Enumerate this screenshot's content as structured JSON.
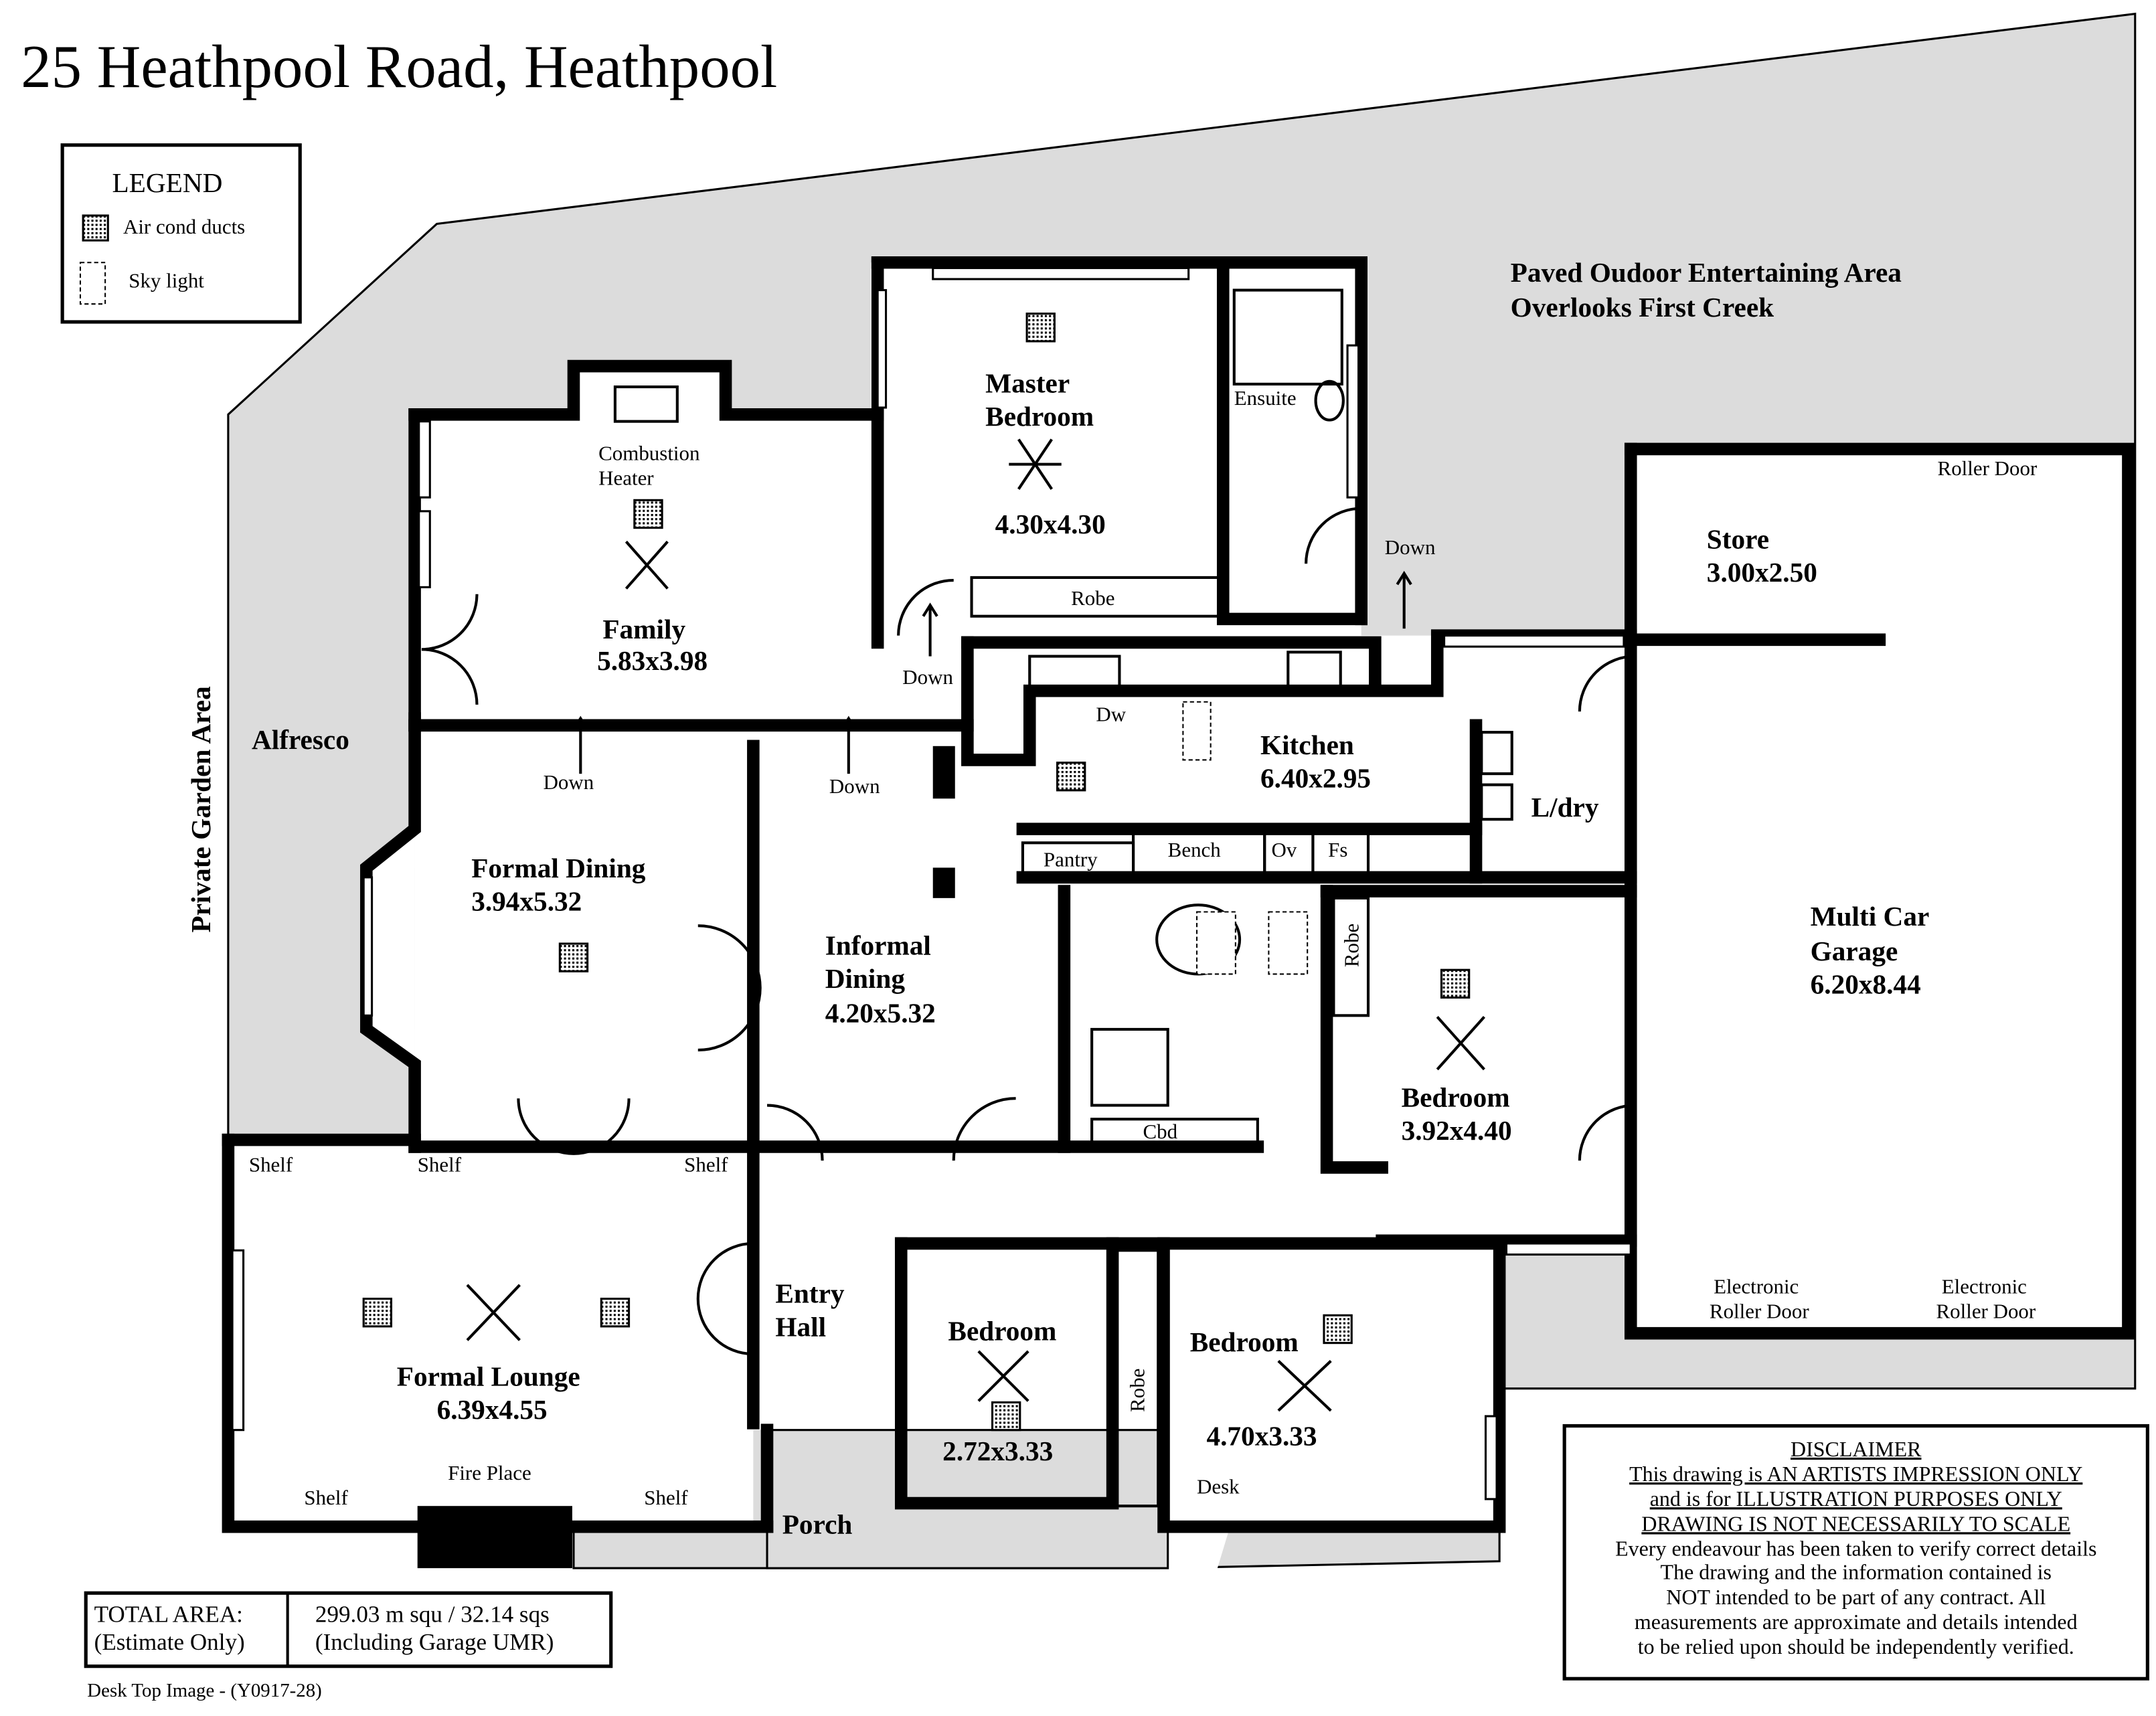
{
  "title": "25 Heathpool Road, Heathpool",
  "legend": {
    "heading": "LEGEND",
    "items": [
      {
        "icon": "air-cond-duct-icon",
        "label": "Air cond ducts"
      },
      {
        "icon": "sky-light-icon",
        "label": "Sky light"
      }
    ]
  },
  "areas": {
    "outdoor_line1": "Paved Oudoor Entertaining Area",
    "outdoor_line2": "Overlooks First Creek",
    "garden": "Private Garden Area",
    "alfresco": "Alfresco",
    "porch": "Porch"
  },
  "rooms": {
    "master": {
      "name1": "Master",
      "name2": "Bedroom",
      "size": "4.30x4.30"
    },
    "ensuite": "Ensuite",
    "robe_master": "Robe",
    "family": {
      "name": "Family",
      "size": "5.83x3.98"
    },
    "heater1": "Combustion",
    "heater2": "Heater",
    "kitchen": {
      "name": "Kitchen",
      "size": "6.40x2.95"
    },
    "dw": "Dw",
    "pantry": "Pantry",
    "bench": "Bench",
    "ov": "Ov",
    "fs": "Fs",
    "laundry": "L/dry",
    "store": {
      "name": "Store",
      "size": "3.00x2.50"
    },
    "roller_door": "Roller Door",
    "garage": {
      "name1": "Multi Car",
      "name2": "Garage",
      "size": "6.20x8.44"
    },
    "elec1a": "Electronic",
    "elec1b": "Roller Door",
    "elec2a": "Electronic",
    "elec2b": "Roller Door",
    "formal_dining": {
      "name": "Formal Dining",
      "size": "3.94x5.32"
    },
    "informal_dining": {
      "name1": "Informal",
      "name2": "Dining",
      "size": "4.20x5.32"
    },
    "robe_bath": "Robe",
    "cbd": "Cbd",
    "bedroom_right": {
      "name": "Bedroom",
      "size": "3.92x4.40"
    },
    "formal_lounge": {
      "name": "Formal Lounge",
      "size": "6.39x4.55"
    },
    "fire_place": "Fire Place",
    "shelf1": "Shelf",
    "shelf2": "Shelf",
    "shelf3": "Shelf",
    "shelf4": "Shelf",
    "shelf5": "Shelf",
    "entry1": "Entry",
    "entry2": "Hall",
    "bedroom_small": {
      "name": "Bedroom",
      "size": "2.72x3.33"
    },
    "robe_bed": "Robe",
    "bedroom_mid": {
      "name": "Bedroom",
      "size": "4.70x3.33"
    },
    "desk": "Desk",
    "down1": "Down",
    "down2": "Down",
    "down3": "Down",
    "down4": "Down"
  },
  "total_area": {
    "label1": "TOTAL AREA:",
    "label2": "(Estimate Only)",
    "value1": "299.03 m squ /  32.14 sqs",
    "value2": "(Including Garage UMR)"
  },
  "footer": "Desk Top Image - (Y0917-28)",
  "disclaimer": {
    "heading": "DISCLAIMER",
    "lines_underlined": [
      "This drawing is AN ARTISTS IMPRESSION ONLY",
      "and is for ILLUSTRATION PURPOSES ONLY",
      "DRAWING IS NOT NECESSARILY TO SCALE"
    ],
    "lines": [
      "Every endeavour has been taken to verify correct details",
      "The drawing and the information contained is",
      "NOT intended to be part of any contract. All",
      "measurements are approximate and details intended",
      "to be relied upon should be independently verified."
    ]
  }
}
